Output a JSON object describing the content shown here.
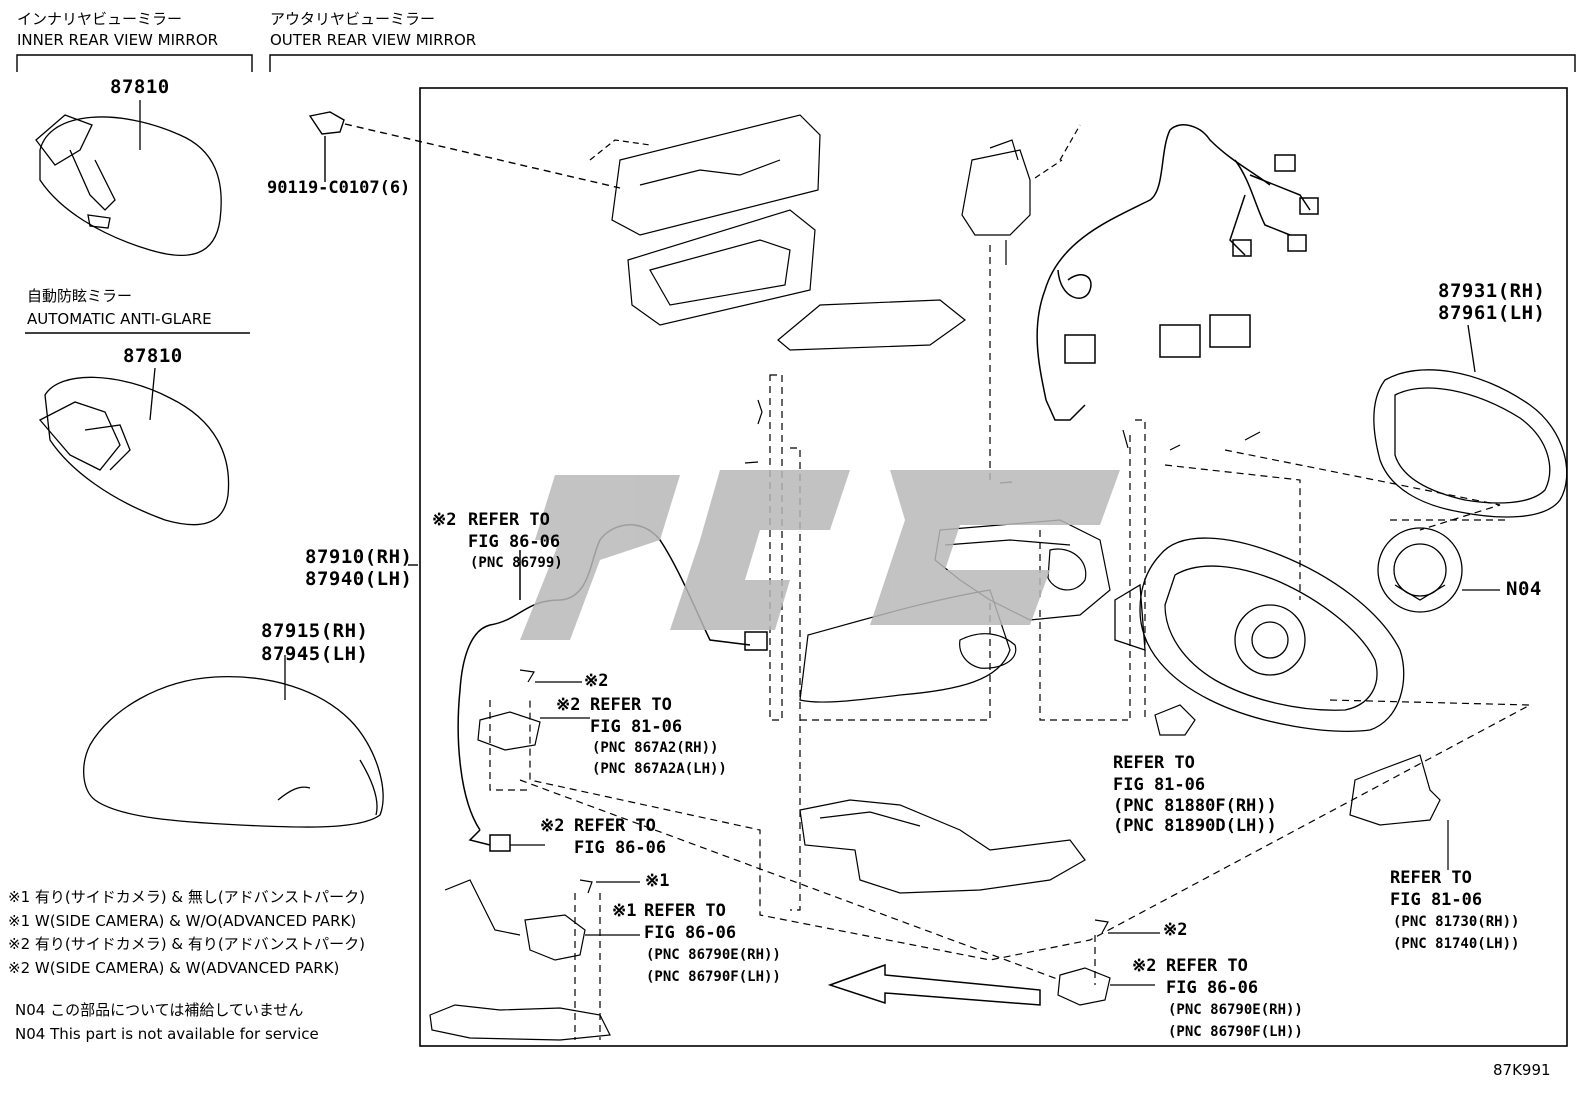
{
  "sections": {
    "inner_jp": "インナリヤビューミラー",
    "inner_en": "INNER REAR VIEW MIRROR",
    "outer_jp": "アウタリヤビューミラー",
    "outer_en": "OUTER REAR VIEW MIRROR",
    "antiglare_jp": "自動防眩ミラー",
    "antiglare_en": "AUTOMATIC ANTI-GLARE"
  },
  "parts": {
    "p87810_a": "87810",
    "p87810_b": "87810",
    "p90119": "90119-C0107(6)",
    "p87910": "87910(RH)",
    "p87940": "87940(LH)",
    "p87915": "87915(RH)",
    "p87945": "87945(LH)",
    "p87931": "87931(RH)",
    "p87961": "87961(LH)",
    "n04": "N04"
  },
  "refs": {
    "r1_mark": "※2",
    "r1_a": "REFER TO",
    "r1_b": "FIG 86-06",
    "r1_c": "(PNC 86799)",
    "r2_mark": "※2",
    "r2_star": "※2",
    "r2_a": "REFER TO",
    "r2_b": "FIG 81-06",
    "r2_c": "(PNC 867A2(RH))",
    "r2_d": "(PNC 867A2A(LH))",
    "r3_mark": "※2",
    "r3_a": "REFER TO",
    "r3_b": "FIG 86-06",
    "r4_mark": "※1",
    "r4_star": "※1",
    "r4_a": "REFER TO",
    "r4_b": "FIG 86-06",
    "r4_c": "(PNC 86790E(RH))",
    "r4_d": "(PNC 86790F(LH))",
    "r5_a": "REFER TO",
    "r5_b": "FIG 81-06",
    "r5_c": "(PNC 81880F(RH))",
    "r5_d": "(PNC 81890D(LH))",
    "r6_a": "REFER TO",
    "r6_b": "FIG 81-06",
    "r6_c": "(PNC 81730(RH))",
    "r6_d": "(PNC 81740(LH))",
    "r7_star": "※2",
    "r7_mark": "※2",
    "r7_a": "REFER TO",
    "r7_b": "FIG 86-06",
    "r7_c": "(PNC 86790E(RH))",
    "r7_d": "(PNC 86790F(LH))"
  },
  "notes": {
    "n1": "※1 有り(サイドカメラ) & 無し(アドバンストパーク)",
    "n2": "※1 W(SIDE CAMERA) & W/O(ADVANCED PARK)",
    "n3": "※2 有り(サイドカメラ) & 有り(アドバンストパーク)",
    "n4": "※2 W(SIDE CAMERA) & W(ADVANCED PARK)",
    "n5": "N04 この部品については補給していません",
    "n6": "N04 This part is not available for service"
  },
  "figure_id": "87K991",
  "colors": {
    "line": "#000000",
    "watermark": "#b8b8b8"
  }
}
